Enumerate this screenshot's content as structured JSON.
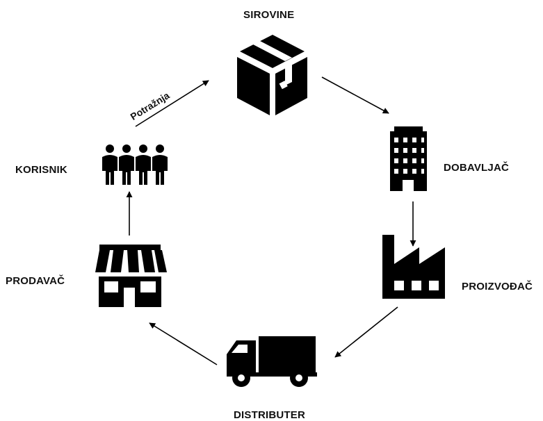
{
  "diagram": {
    "nodes": {
      "sirovine": {
        "label": "SIROVINE",
        "icon": "box-icon"
      },
      "dobavljac": {
        "label": "DOBAVLJAČ",
        "icon": "office-building-icon"
      },
      "proizvodac": {
        "label": "PROIZVOĐAČ",
        "icon": "factory-icon"
      },
      "distributer": {
        "label": "DISTRIBUTER",
        "icon": "truck-icon"
      },
      "prodavac": {
        "label": "PRODAVAČ",
        "icon": "store-icon"
      },
      "korisnik": {
        "label": "KORISNIK",
        "icon": "people-group-icon"
      }
    },
    "edges": {
      "demand": {
        "label": "Potražnja"
      }
    },
    "colors": {
      "ink": "#000000",
      "background": "#ffffff"
    }
  }
}
